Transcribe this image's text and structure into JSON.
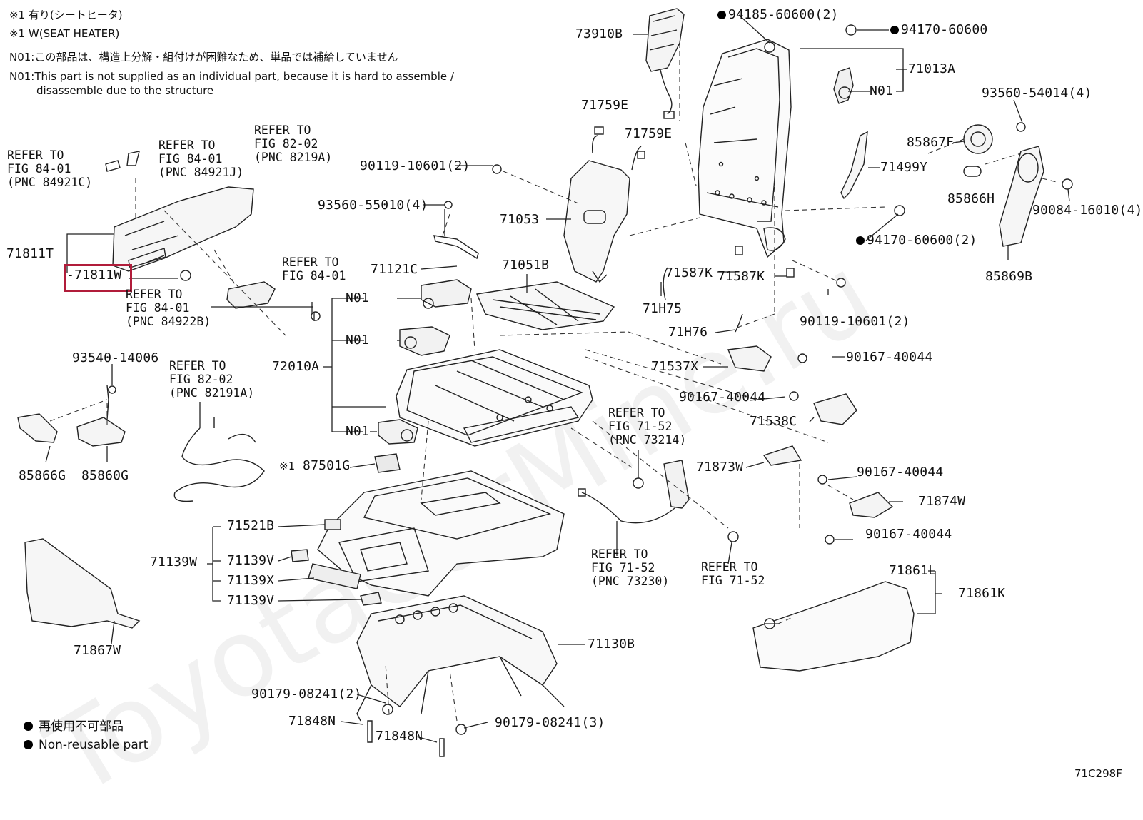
{
  "notes": {
    "n1": "※1 有り(シートヒータ)",
    "n2": "※1 W(SEAT HEATER)",
    "n3": "N01:この部品は、構造上分解・組付けが困難なため、単品では補給していません",
    "n4": "N01:This part is not supplied as an individual part, because it is hard to assemble /",
    "n5": "disassemble due to the structure"
  },
  "legend": {
    "jp": "再使用不可部品",
    "en": "Non-reusable part"
  },
  "figure_code": "71C298F",
  "watermark": "ToyotaCarMine.ru",
  "labels": {
    "p73910B": "73910B",
    "p94185": "94185-60600(2)",
    "p94170a": "94170-60600",
    "p71013A": "71013A",
    "n01a": "N01",
    "p93560_54014": "93560-54014(4)",
    "p85867F": "85867F",
    "p71499Y": "71499Y",
    "p85866H": "85866H",
    "p90084": "90084-16010(4)",
    "p94170b": "94170-60600(2)",
    "p85869B": "85869B",
    "p71759E1": "71759E",
    "p71759E2": "71759E",
    "p90119a": "90119-10601(2)",
    "p93560_55010": "93560-55010(4)",
    "p71053": "71053",
    "p71121C": "71121C",
    "p71051B": "71051B",
    "p71587K1": "71587K",
    "p71587K2": "71587K",
    "p71H75": "71H75",
    "p90119b": "90119-10601(2)",
    "p71H76": "71H76",
    "p71811T": "71811T",
    "p71811W": "71811W",
    "n01b": "N01",
    "n01c": "N01",
    "n01d": "N01",
    "p72010A": "72010A",
    "p71537X": "71537X",
    "p90167a": "90167-40044",
    "p90167b": "90167-40044",
    "p71538C": "71538C",
    "p93540": "93540-14006",
    "p85866G": "85866G",
    "p85860G": "85860G",
    "p87501G": "87501G",
    "star87501": "※1",
    "p71873W": "71873W",
    "p90167c": "90167-40044",
    "p71874W": "71874W",
    "p90167d": "90167-40044",
    "p71521B": "71521B",
    "p71139W": "71139W",
    "p71139V1": "71139V",
    "p71139X": "71139X",
    "p71139V2": "71139V",
    "p71867W": "71867W",
    "p71130B": "71130B",
    "p71861L": "71861L",
    "p71861K": "71861K",
    "p90179a": "90179-08241(2)",
    "p90179b": "90179-08241(3)",
    "p71848N1": "71848N",
    "p71848N2": "71848N"
  },
  "refs": {
    "r1": [
      "REFER TO",
      "FIG 84-01",
      "(PNC 84921C)"
    ],
    "r2": [
      "REFER TO",
      "FIG 84-01",
      "(PNC 84921J)"
    ],
    "r3": [
      "REFER TO",
      "FIG 82-02",
      "(PNC 8219A)"
    ],
    "r4": [
      "REFER TO",
      "FIG 84-01",
      "(PNC 84922B)"
    ],
    "r5": [
      "REFER TO",
      "FIG 84-01"
    ],
    "r6": [
      "REFER TO",
      "FIG 82-02",
      "(PNC 82191A)"
    ],
    "r7": [
      "REFER TO",
      "FIG 71-52",
      "(PNC 73214)"
    ],
    "r8": [
      "REFER TO",
      "FIG 71-52",
      "(PNC 73230)"
    ],
    "r9": [
      "REFER TO",
      "FIG 71-52"
    ]
  },
  "highlight": {
    "part": "71811W",
    "color": "#b11c3a"
  }
}
